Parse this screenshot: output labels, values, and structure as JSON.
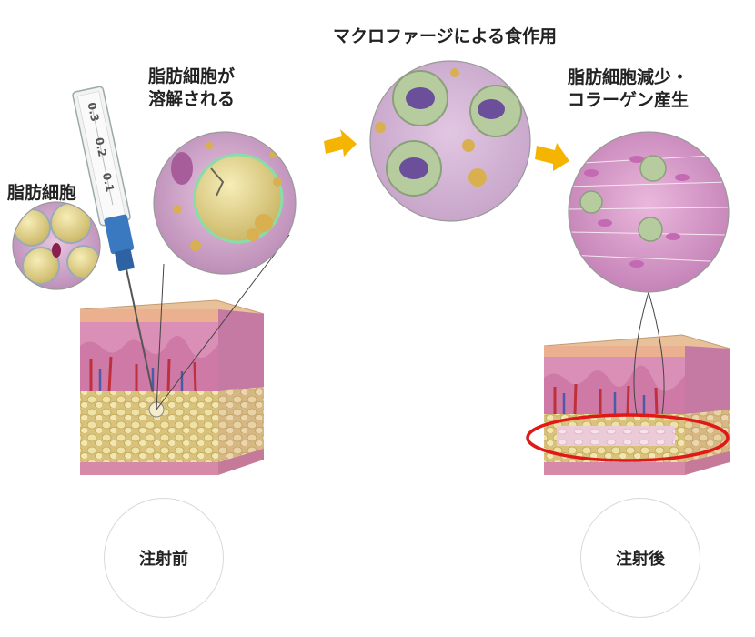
{
  "labels": {
    "fat_cells": "脂肪細胞",
    "fat_dissolve_line1": "脂肪細胞が",
    "fat_dissolve_line2": "溶解される",
    "macrophage": "マクロファージによる食作用",
    "result_line1": "脂肪細胞減少・",
    "result_line2": "コラーゲン産生"
  },
  "syringe_scale": [
    "0.3",
    "0.2",
    "0.1"
  ],
  "buttons": {
    "before": "注射前",
    "after": "注射後"
  },
  "colors": {
    "arrow": "#f5b400",
    "highlight_ellipse": "#e01818",
    "dermis": "#c96a9a",
    "fat": "#e8d890",
    "syringe_needle": "#3a78c0"
  }
}
